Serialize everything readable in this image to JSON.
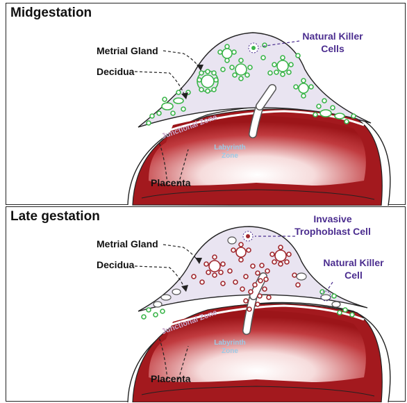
{
  "panels": [
    {
      "title": "Midgestation",
      "labels": {
        "metrial_gland": "Metrial Gland",
        "decidua": "Decidua",
        "junctional_zone": "Junctional Zone",
        "labyrinth_line1": "Labyrinth",
        "labyrinth_line2": "Zone",
        "placenta": "Placenta",
        "nk_line1": "Natural Killer",
        "nk_line2": "Cells"
      }
    },
    {
      "title": "Late gestation",
      "labels": {
        "metrial_gland": "Metrial Gland",
        "decidua": "Decidua",
        "junctional_zone": "Junctional Zone",
        "labyrinth_line1": "Labyrinth",
        "labyrinth_line2": "Zone",
        "placenta": "Placenta",
        "invasive_line1": "Invasive",
        "invasive_line2": "Trophoblast Cell",
        "nk_line1": "Natural Killer",
        "nk_line2": "Cell"
      }
    }
  ],
  "colors": {
    "placenta_dark": "#a3191e",
    "placenta_light": "#f4d6d6",
    "metrial_gland": "#e7e2f0",
    "nk_cell": "#3bb54a",
    "trophoblast_cell": "#a0282d",
    "annotation_purple": "#4b2d8f",
    "junctional_text": "#c7a6c9",
    "labyrinth_text": "#9ccbe6"
  }
}
